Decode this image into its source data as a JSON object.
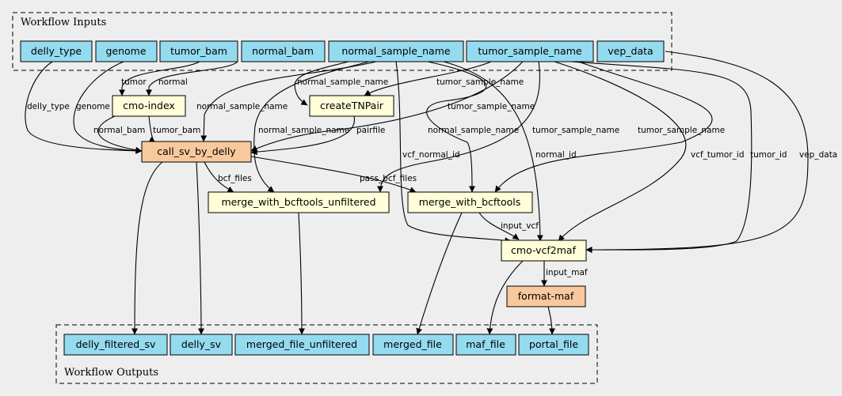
{
  "colors": {
    "background": "#eeeeee",
    "io_node": "#94dbf0",
    "step_node": "#fffed9",
    "workflow_node": "#f7c99c",
    "stroke": "#000000"
  },
  "clusters": {
    "inputs": "Workflow Inputs",
    "outputs": "Workflow Outputs"
  },
  "nodes": {
    "delly_type": "delly_type",
    "genome": "genome",
    "tumor_bam": "tumor_bam",
    "normal_bam": "normal_bam",
    "normal_sample_name": "normal_sample_name",
    "tumor_sample_name": "tumor_sample_name",
    "vep_data": "vep_data",
    "cmo_index": "cmo-index",
    "createTNPair": "createTNPair",
    "call_sv_by_delly": "call_sv_by_delly",
    "merge_unfiltered": "merge_with_bcftools_unfiltered",
    "merge_bcftools": "merge_with_bcftools",
    "cmo_vcf2maf": "cmo-vcf2maf",
    "format_maf": "format-maf",
    "delly_filtered_sv": "delly_filtered_sv",
    "delly_sv": "delly_sv",
    "merged_file_unfiltered": "merged_file_unfiltered",
    "merged_file": "merged_file",
    "maf_file": "maf_file",
    "portal_file": "portal_file"
  },
  "edge_labels": {
    "tumor": "tumor",
    "normal": "normal",
    "delly_type": "delly_type",
    "genome": "genome",
    "normal_bam": "normal_bam",
    "tumor_bam": "tumor_bam",
    "normal_sample_name_createTNPair": "normal_sample_name",
    "tumor_sample_name_createTNPair": "tumor_sample_name",
    "tumor_sample_name_delly": "tumor_sample_name",
    "normal_sample_name_delly": "normal_sample_name",
    "normal_sample_name_merge_unfiltered": "normal_sample_name",
    "pairfile": "pairfile",
    "normal_sample_name_merge": "normal_sample_name",
    "tumor_sample_name_merge_unfiltered": "tumor_sample_name",
    "tumor_sample_name_merge": "tumor_sample_name",
    "vcf_normal_id": "vcf_normal_id",
    "normal_id": "normal_id",
    "vcf_tumor_id": "vcf_tumor_id",
    "tumor_id": "tumor_id",
    "vep_data": "vep_data",
    "bcf_files": "bcf_files",
    "pass_bcf_files": "pass_bcf_files",
    "input_vcf": "input_vcf",
    "input_maf": "input_maf"
  }
}
